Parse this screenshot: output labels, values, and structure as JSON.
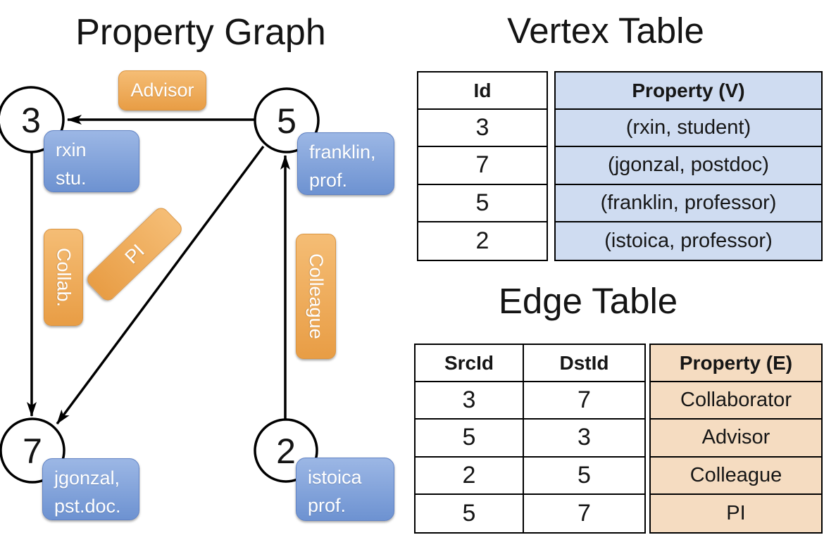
{
  "page": {
    "background": "#ffffff"
  },
  "graph": {
    "title": "Property Graph",
    "nodes": [
      {
        "id": "3",
        "property_lines": [
          "rxin",
          "stu."
        ]
      },
      {
        "id": "5",
        "property_lines": [
          "franklin,",
          "prof."
        ]
      },
      {
        "id": "7",
        "property_lines": [
          "jgonzal,",
          "pst.doc."
        ]
      },
      {
        "id": "2",
        "property_lines": [
          "istoica",
          "prof."
        ]
      }
    ],
    "edges": [
      {
        "src": "5",
        "dst": "3",
        "label": "Advisor"
      },
      {
        "src": "3",
        "dst": "7",
        "label": "Collab."
      },
      {
        "src": "5",
        "dst": "7",
        "label": "PI"
      },
      {
        "src": "2",
        "dst": "5",
        "label": "Colleague"
      }
    ]
  },
  "vertex_table": {
    "title": "Vertex Table",
    "columns": {
      "id": "Id",
      "property": "Property (V)"
    },
    "rows": [
      {
        "id": "3",
        "property": "(rxin, student)"
      },
      {
        "id": "7",
        "property": "(jgonzal, postdoc)"
      },
      {
        "id": "5",
        "property": "(franklin, professor)"
      },
      {
        "id": "2",
        "property": "(istoica, professor)"
      }
    ]
  },
  "edge_table": {
    "title": "Edge Table",
    "columns": {
      "src": "SrcId",
      "dst": "DstId",
      "property": "Property (E)"
    },
    "rows": [
      {
        "src": "3",
        "dst": "7",
        "property": "Collaborator"
      },
      {
        "src": "5",
        "dst": "3",
        "property": "Advisor"
      },
      {
        "src": "2",
        "dst": "5",
        "property": "Colleague"
      },
      {
        "src": "5",
        "dst": "7",
        "property": "PI"
      }
    ]
  },
  "colors": {
    "edge_label_fill_top": "#f5bd75",
    "edge_label_fill_bottom": "#e89d45",
    "node_property_fill_top": "#9cb7e5",
    "node_property_fill_bottom": "#6d92d1",
    "vertex_property_cell": "#cfdcf1",
    "edge_property_cell": "#f5dcc1",
    "line_color": "#000000"
  }
}
